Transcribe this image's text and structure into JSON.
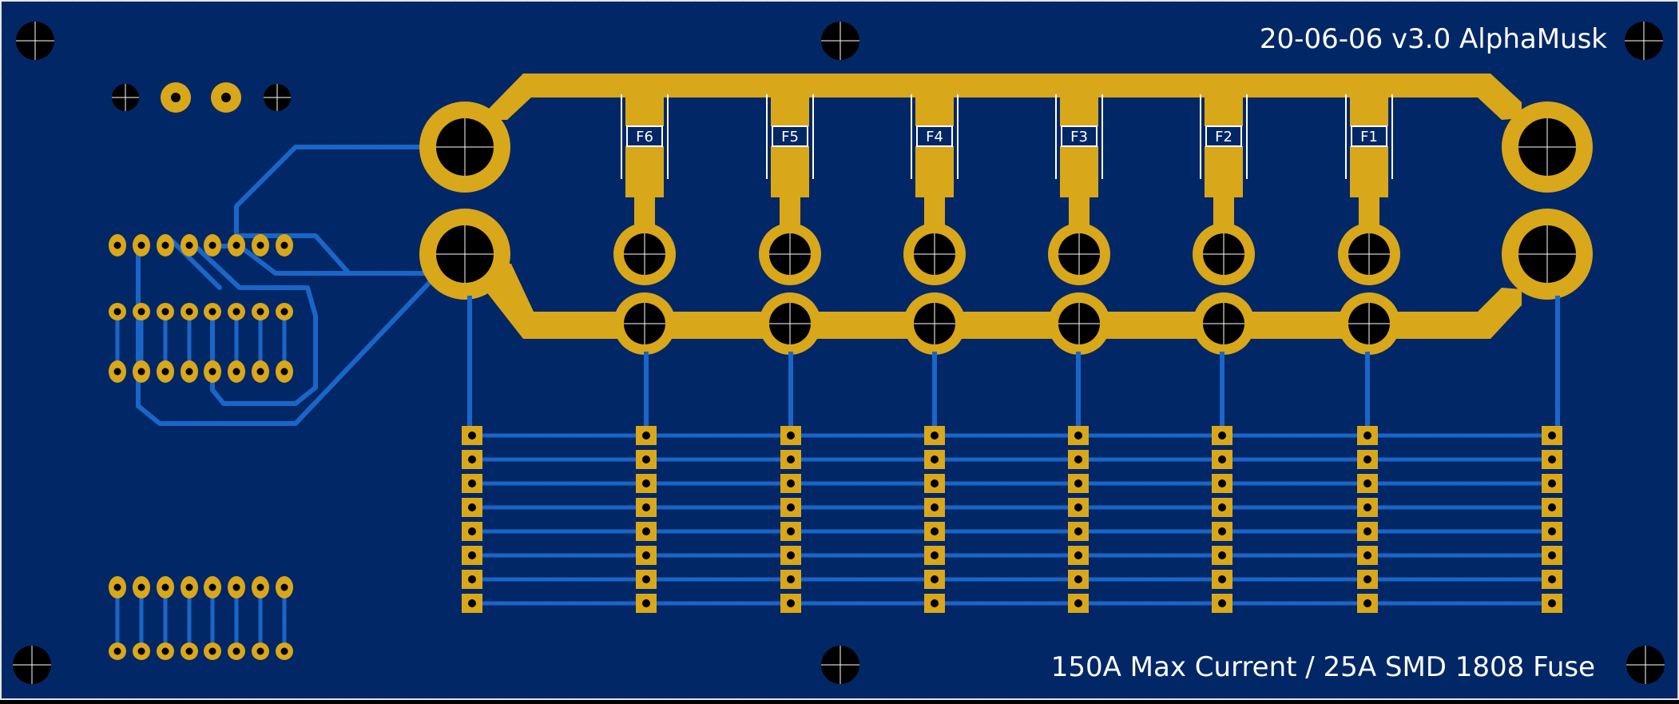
{
  "colors": {
    "board": "#022766",
    "copper_front": "#d8a71a",
    "copper_back": "#1a66c8",
    "silkscreen": "#ffffff",
    "hole": "#000000",
    "edge": "#e6e6e6"
  },
  "board": {
    "title_text": "20-06-06 v3.0 AlphaMusk",
    "spec_text": "150A Max Current / 25A SMD 1808 Fuse"
  },
  "fuses": [
    {
      "label": "F6"
    },
    {
      "label": "F5"
    },
    {
      "label": "F4"
    },
    {
      "label": "F3"
    },
    {
      "label": "F2"
    },
    {
      "label": "F1"
    }
  ],
  "mounting_hole_icon": "crosshair-hole-icon"
}
